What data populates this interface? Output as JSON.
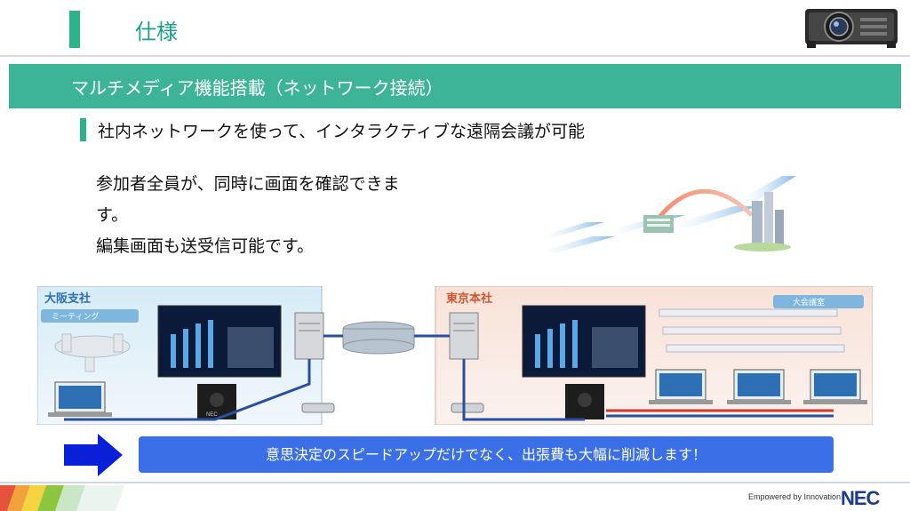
{
  "header": {
    "title": "仕様",
    "accent_color": "#2db389",
    "title_color": "#1a9f8a"
  },
  "section": {
    "title": "マルチメディア機能搭載（ネットワーク接続）",
    "band_color": "#3db497"
  },
  "subtitle": "社内ネットワークを使って、インタラクティブな遠隔会議が可能",
  "body_lines": [
    "参加者全員が、同時に画面を確認できま",
    "す。",
    "編集画面も送受信可能です。"
  ],
  "diagram": {
    "left_site": {
      "name": "大阪支社",
      "room": "ミーティング"
    },
    "right_site": {
      "name": "東京本社",
      "room": "大会議室"
    },
    "device_label": "NEC"
  },
  "banner": {
    "text": "意思決定のスピードアップだけでなく、出張費も大幅に削減します！",
    "color": "#3a6fe8"
  },
  "footer": {
    "tagline": "Empowered by Innovation",
    "logo": "NEC"
  }
}
